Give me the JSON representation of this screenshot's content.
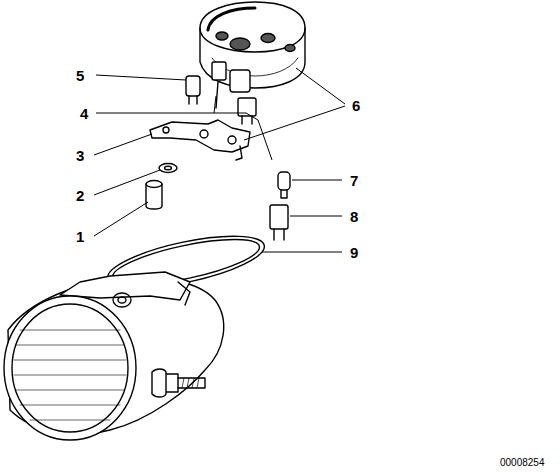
{
  "diagram": {
    "labels": [
      "5",
      "4",
      "6",
      "3",
      "2",
      "1",
      "7",
      "8",
      "9",
      "00008254"
    ]
  }
}
